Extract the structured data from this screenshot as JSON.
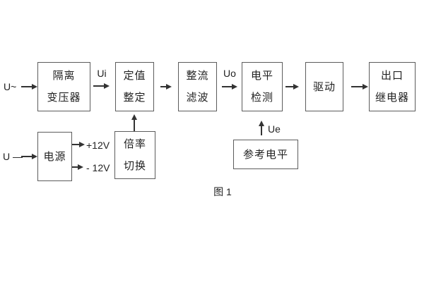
{
  "diagram": {
    "caption": "图 1",
    "labels": {
      "input_ac": "U~",
      "input_dc": "U —",
      "ui": "Ui",
      "uo": "Uo",
      "ue": "Ue",
      "rail_pos": "+12V",
      "rail_neg": "- 12V"
    },
    "blocks": {
      "isolation_transformer": {
        "line1": "隔离",
        "line2": "变压器"
      },
      "value_setting": {
        "line1": "定值",
        "line2": "整定"
      },
      "rectify_filter": {
        "line1": "整流",
        "line2": "滤波"
      },
      "level_detect": {
        "line1": "电平",
        "line2": "检测"
      },
      "drive": {
        "label": "驱动"
      },
      "output_relay": {
        "line1": "出口",
        "line2": "继电器"
      },
      "power_supply": {
        "label": "电源"
      },
      "ratio_switch": {
        "line1": "倍率",
        "line2": "切换"
      },
      "reference_level": {
        "label": "参考电平"
      }
    },
    "colors": {
      "line": "#333333",
      "border": "#5c5c5c",
      "text": "#222222",
      "background": "#ffffff"
    }
  }
}
